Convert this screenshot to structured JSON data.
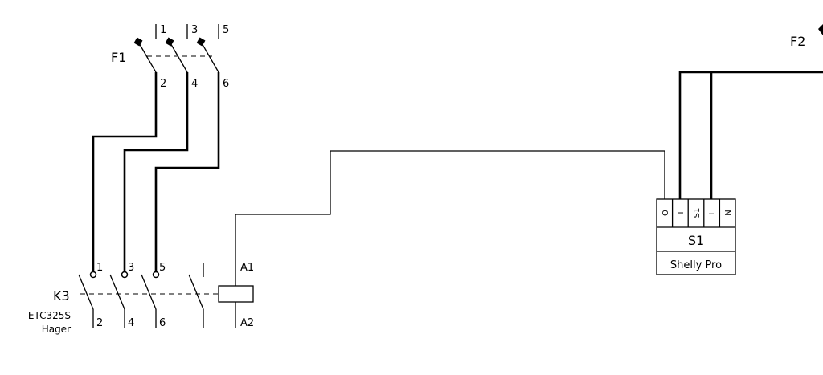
{
  "f1": {
    "name": "F1",
    "top_terminals": [
      "1",
      "3",
      "5"
    ],
    "bottom_terminals": [
      "2",
      "4",
      "6"
    ]
  },
  "f2": {
    "name": "F2"
  },
  "k3": {
    "name": "K3",
    "model": "ETC325S",
    "maker": "Hager",
    "top_terminals": [
      "1",
      "3",
      "5"
    ],
    "bottom_terminals": [
      "2",
      "4",
      "6"
    ],
    "coil_top": "A1",
    "coil_bottom": "A2"
  },
  "s1": {
    "name": "S1",
    "device": "Shelly Pro",
    "terminals": [
      "O",
      "I",
      "S1",
      "L",
      "N"
    ]
  }
}
